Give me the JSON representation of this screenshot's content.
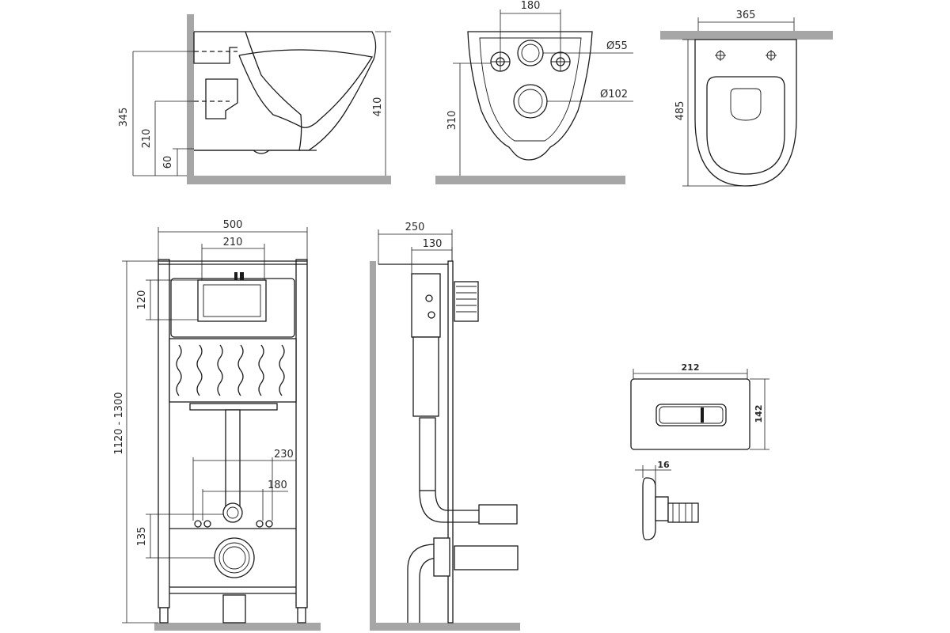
{
  "side_view": {
    "dims": {
      "height_total": "345",
      "height_mid": "210",
      "height_low": "60",
      "depth": "410"
    }
  },
  "front_view": {
    "dims": {
      "top_spacing": "180",
      "hole_small": "Ø55",
      "hole_large": "Ø102",
      "height": "310"
    }
  },
  "top_view": {
    "dims": {
      "width": "365",
      "length": "485"
    }
  },
  "frame_front": {
    "dims": {
      "width": "500",
      "top_width": "210",
      "tank_height": "120",
      "height_range": "1120 - 1300",
      "stud_spacing": "230",
      "stud_inner": "180",
      "outlet_height": "135"
    }
  },
  "frame_side": {
    "dims": {
      "depth": "250",
      "depth_inner": "130"
    }
  },
  "flush_plate": {
    "dims": {
      "width": "212",
      "height": "142",
      "thickness": "16"
    }
  }
}
